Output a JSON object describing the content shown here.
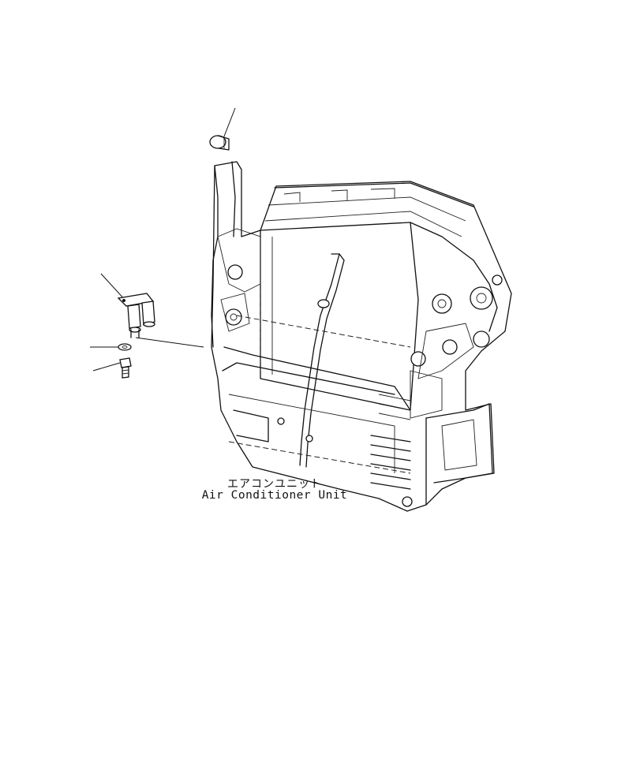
{
  "unit_label": {
    "japanese": "エアコンユニット",
    "english": "Air Conditioner Unit"
  },
  "callouts": [
    {
      "part": "cap"
    },
    {
      "part": "bracket-sensor"
    },
    {
      "part": "washer"
    },
    {
      "part": "bolt"
    }
  ],
  "colors": {
    "line": "#111111",
    "background": "#ffffff"
  }
}
